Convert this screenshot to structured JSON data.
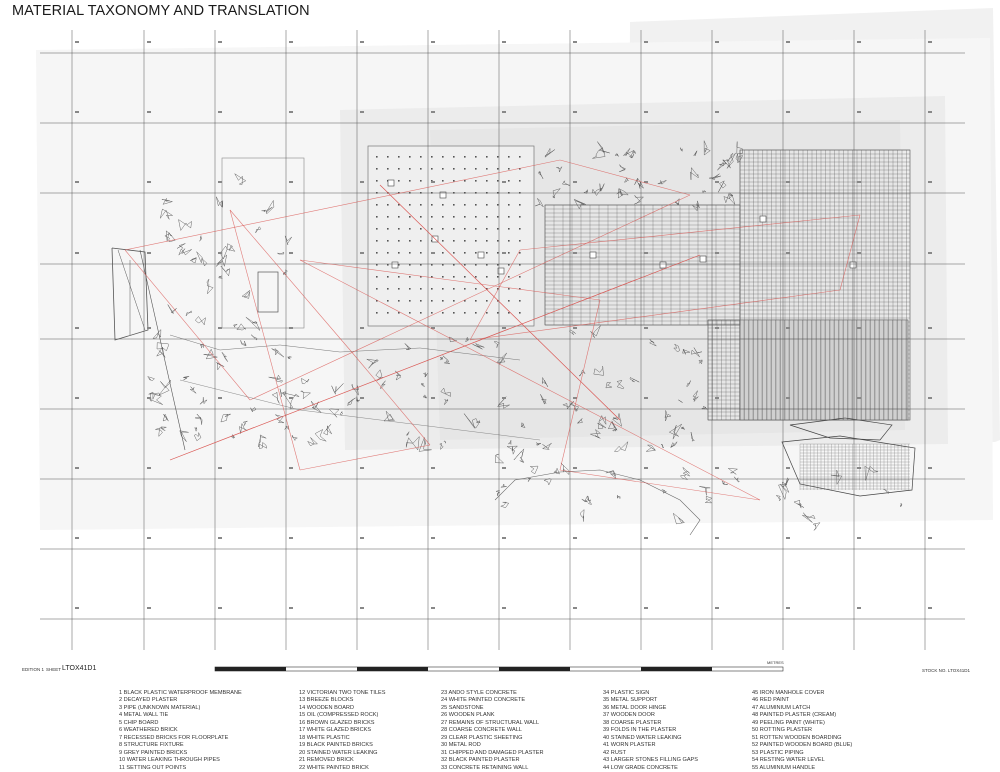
{
  "title": "MATERIAL TAXONOMY AND TRANSLATION",
  "footer": {
    "edition_label": "EDITION",
    "edition_value": "1",
    "sheet_label": "SHEET",
    "sheet_code": "LTOX41D1",
    "stock_text": "STOCK NO.  LTOX41D1",
    "scale_unit": "METRES"
  },
  "materials": [
    [
      "1 BLACK PLASTIC WATERPROOF MEMBRANE",
      "2 DECAYED PLASTER",
      "3 PIPE (UNKNOWN MATERIAL)",
      "4 METAL WALL TIE",
      "5 CHIP BOARD",
      "6 WEATHERED BRICK",
      "7 RECESSED BRICKS FOR FLOORPLATE",
      "8 STRUCTURE FIXTURE",
      "9 GREY PAINTED BRICKS",
      "10 WATER LEAKING THROUGH PIPES",
      "11 SETTING OUT POINTS"
    ],
    [
      "12 VICTORIAN TWO TONE TILES",
      "13 BREEZE BLOCKS",
      "14 WOODEN BOARD",
      "15 OIL (COMPRESSED ROCK)",
      "16 BROWN GLAZED BRICKS",
      "17 WHITE GLAZED BRICKS",
      "18 WHITE PLASTIC",
      "19 BLACK PAINTED BRICKS",
      "20 STAINED WATER LEAKING",
      "21 REMOVED BRICK",
      "22 WHITE PAINTED BRICK"
    ],
    [
      "23 ANDO STYLE CONCRETE",
      "24 WHITE PAINTED CONCRETE",
      "25 SANDSTONE",
      "26 WOODEN PLANK",
      "27 REMAINS OF STRUCTURAL WALL",
      "28 COARSE CONCRETE WALL",
      "29 CLEAR PLASTIC SHEETING",
      "30 METAL ROD",
      "31 CHIPPED AND DAMAGED PLASTER",
      "32 BLACK PAINTED PLASTER",
      "33 CONCRETE RETAINING WALL"
    ],
    [
      "34 PLASTIC SIGN",
      "35 METAL SUPPORT",
      "36 METAL DOOR HINGE",
      "37 WOODEN DOOR",
      "38 COARSE PLASTER",
      "39 FOLDS IN THE PLASTER",
      "40 STAINED WATER LEAKING",
      "41 WORN PLASTER",
      "42 RUST",
      "43 LARGER STONES FILLING GAPS",
      "44 LOW GRADE CONCRETE"
    ],
    [
      "45 IRON MANHOLE COVER",
      "46 RED PAINT",
      "47 ALUMINIUM LATCH",
      "48 PAINTED PLASTER (CREAM)",
      "49 PEELING PAINT (WHITE)",
      "50 ROTTING PLASTER",
      "51 ROTTEN WOODEN BOARDING",
      "52 PAINTED WOODEN BOARD (BLUE)",
      "53 PLASTIC PIPING",
      "54 RESTING WATER LEVEL",
      "55 ALUMINIUM HANDLE"
    ]
  ],
  "colors": {
    "grid": "#555555",
    "linework": "#6e6e6e",
    "connector": "#d9534f",
    "panel": "#eeeeee"
  }
}
